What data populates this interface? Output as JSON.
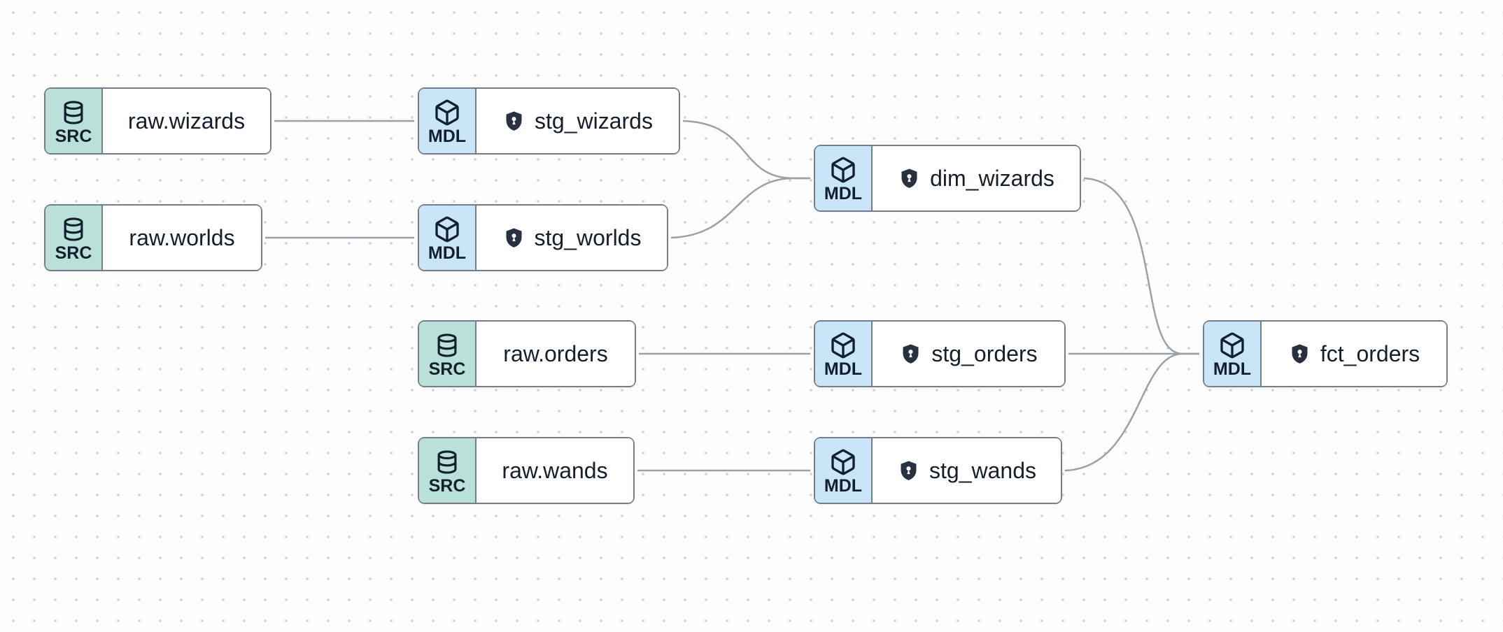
{
  "app": {
    "view": "data-lineage-graph"
  },
  "theme": {
    "src_badge_bg": "#b9e1da",
    "mdl_badge_bg": "#c9e6f8",
    "node_border": "#727d8d",
    "edge_color": "#99a1ad",
    "text_color": "#141f2d",
    "shield_color": "#27313f",
    "dot_color": "#c9ced5",
    "canvas_bg": "#fdfdfd"
  },
  "nodes": [
    {
      "id": "raw.wizards",
      "type": "source",
      "badge": "SRC",
      "icon": "database",
      "label": "raw.wizards",
      "has_shield": false
    },
    {
      "id": "raw.worlds",
      "type": "source",
      "badge": "SRC",
      "icon": "database",
      "label": "raw.worlds",
      "has_shield": false
    },
    {
      "id": "raw.orders",
      "type": "source",
      "badge": "SRC",
      "icon": "database",
      "label": "raw.orders",
      "has_shield": false
    },
    {
      "id": "raw.wands",
      "type": "source",
      "badge": "SRC",
      "icon": "database",
      "label": "raw.wands",
      "has_shield": false
    },
    {
      "id": "stg_wizards",
      "type": "model",
      "badge": "MDL",
      "icon": "cube",
      "label": "stg_wizards",
      "has_shield": true
    },
    {
      "id": "stg_worlds",
      "type": "model",
      "badge": "MDL",
      "icon": "cube",
      "label": "stg_worlds",
      "has_shield": true
    },
    {
      "id": "stg_orders",
      "type": "model",
      "badge": "MDL",
      "icon": "cube",
      "label": "stg_orders",
      "has_shield": true
    },
    {
      "id": "stg_wands",
      "type": "model",
      "badge": "MDL",
      "icon": "cube",
      "label": "stg_wands",
      "has_shield": true
    },
    {
      "id": "dim_wizards",
      "type": "model",
      "badge": "MDL",
      "icon": "cube",
      "label": "dim_wizards",
      "has_shield": true
    },
    {
      "id": "fct_orders",
      "type": "model",
      "badge": "MDL",
      "icon": "cube",
      "label": "fct_orders",
      "has_shield": true
    }
  ],
  "edges": [
    {
      "from": "raw.wizards",
      "to": "stg_wizards"
    },
    {
      "from": "raw.worlds",
      "to": "stg_worlds"
    },
    {
      "from": "raw.orders",
      "to": "stg_orders"
    },
    {
      "from": "raw.wands",
      "to": "stg_wands"
    },
    {
      "from": "stg_wizards",
      "to": "dim_wizards"
    },
    {
      "from": "stg_worlds",
      "to": "dim_wizards"
    },
    {
      "from": "dim_wizards",
      "to": "fct_orders"
    },
    {
      "from": "stg_orders",
      "to": "fct_orders"
    },
    {
      "from": "stg_wands",
      "to": "fct_orders"
    }
  ]
}
